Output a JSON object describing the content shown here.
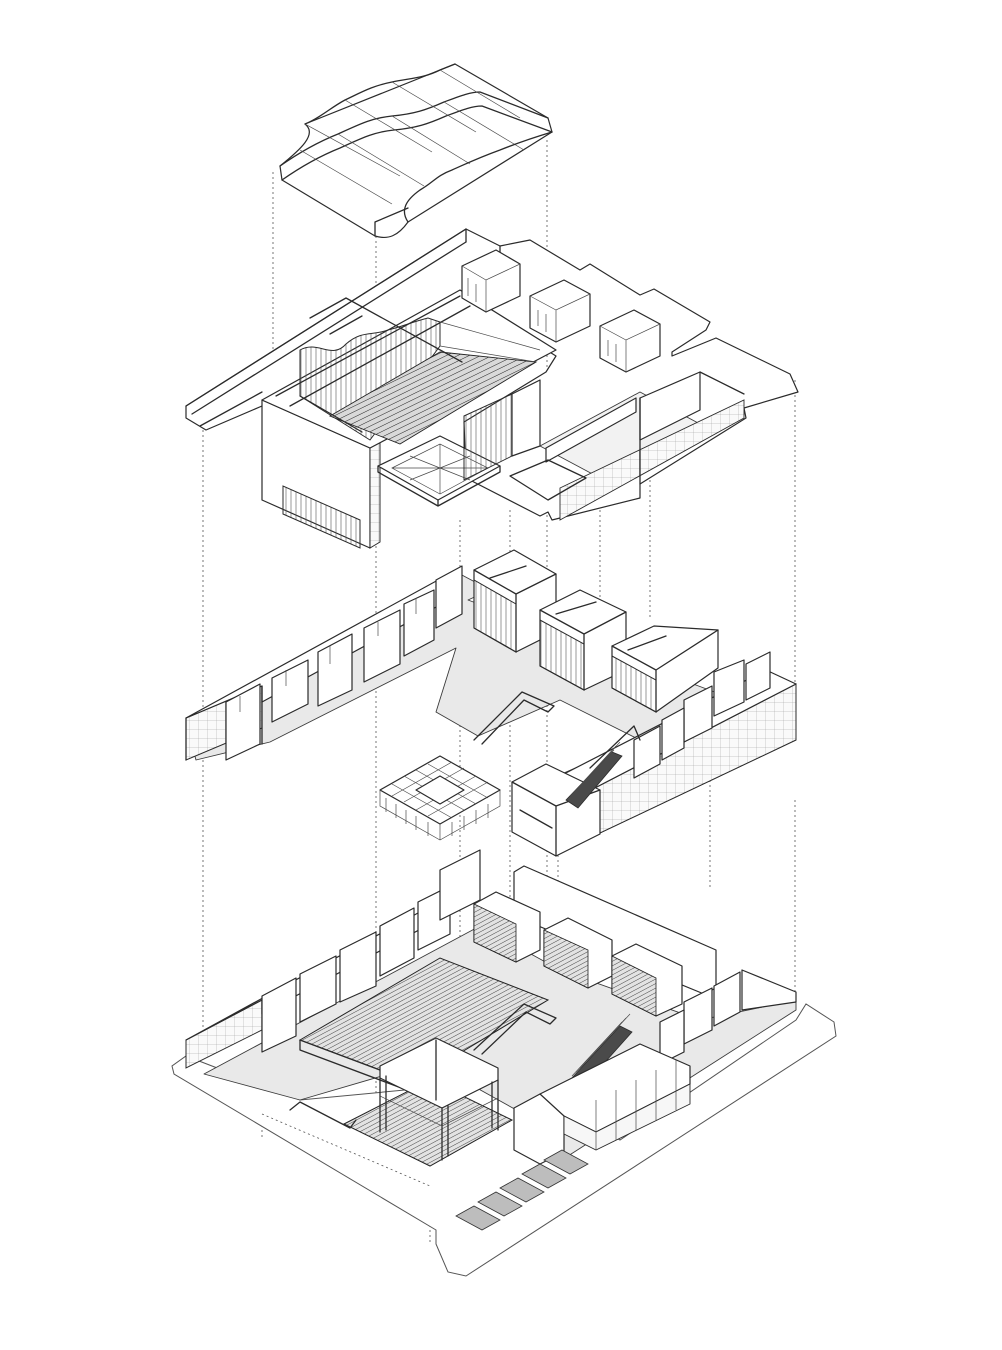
{
  "diagram": {
    "type": "exploded-axonometric",
    "layers": [
      "roof",
      "upper-floor",
      "middle-floor",
      "ground-floor",
      "site"
    ],
    "colors": {
      "line": "#2b2b2b",
      "floor": "#e9e9e9",
      "background": "#ffffff"
    }
  }
}
